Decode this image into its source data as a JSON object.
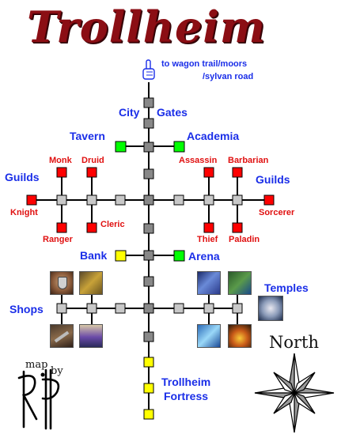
{
  "title": "Trollheim",
  "exit_note": {
    "line1": "to wagon trail/moors",
    "line2": "/sylvan road"
  },
  "labels": {
    "city_gates_1": "City",
    "city_gates_2": "Gates",
    "tavern": "Tavern",
    "academia": "Academia",
    "guilds_left": "Guilds",
    "guilds_right": "Guilds",
    "monk": "Monk",
    "druid": "Druid",
    "assassin": "Assassin",
    "barbarian": "Barbarian",
    "knight": "Knight",
    "sorcerer": "Sorcerer",
    "cleric": "Cleric",
    "ranger": "Ranger",
    "thief": "Thief",
    "paladin": "Paladin",
    "bank": "Bank",
    "arena": "Arena",
    "temples": "Temples",
    "shops": "Shops",
    "fortress_1": "Trollheim",
    "fortress_2": "Fortress"
  },
  "compass": {
    "label": "North"
  },
  "credit": {
    "map": "map",
    "by": "by",
    "sig": "RP"
  },
  "colors": {
    "road": "#000000",
    "road_node": "#888888",
    "guild": "#ff0000",
    "service": "#00ff00",
    "bank": "#ffff00",
    "fortress": "#ffff00",
    "label_blue": "#1a2ee8",
    "label_red": "#e01010",
    "title": "#8b0e14"
  },
  "icons": [
    "shield-icon",
    "gold-pile-icon",
    "armor-icon",
    "tunic-icon",
    "lightning-temple-icon",
    "forest-temple-icon",
    "moon-temple-icon",
    "water-temple-icon",
    "fire-temple-icon"
  ]
}
